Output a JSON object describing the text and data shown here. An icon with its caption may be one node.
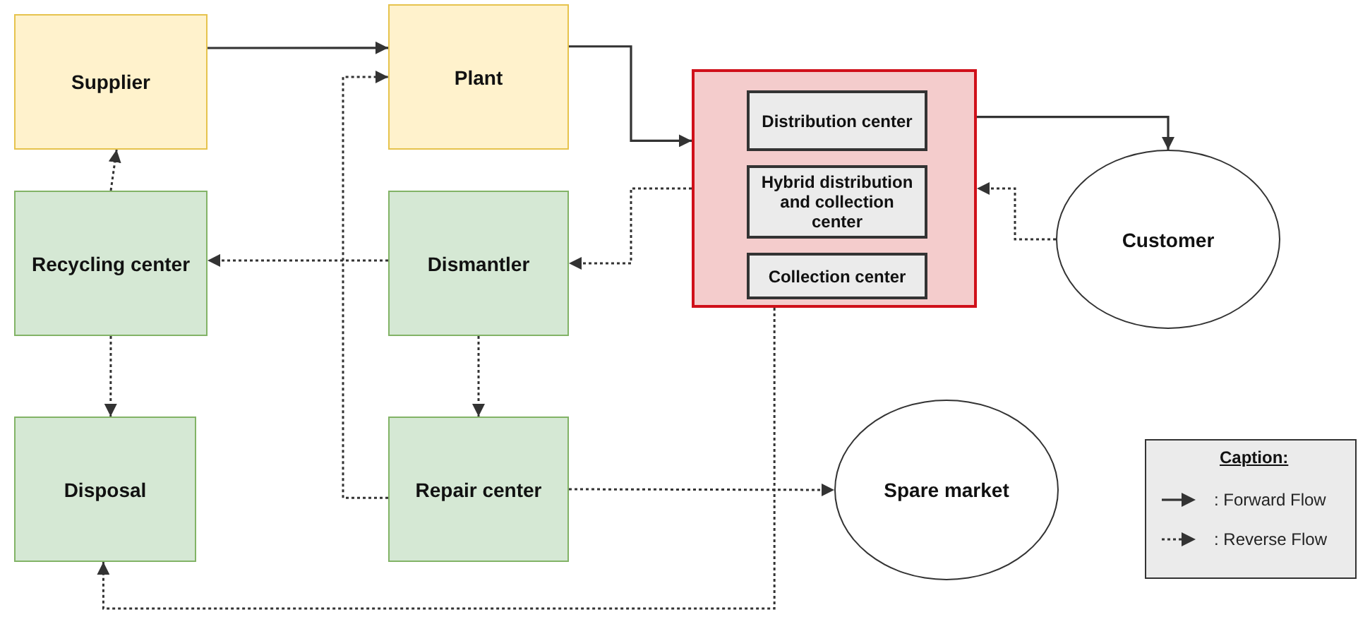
{
  "diagram": {
    "nodes": [
      {
        "text": [
          "Supplier"
        ]
      },
      {
        "text": [
          "Plant"
        ]
      },
      {
        "text": [],
        "shape": "box"
      },
      {
        "text": [
          "Distribution center"
        ],
        "in": 2
      },
      {
        "text": [
          "Hybrid distribution and collection center"
        ],
        "in": 2
      },
      {
        "text": [
          "Collection center"
        ],
        "in": 2
      },
      {
        "text": [
          "Recycling center"
        ]
      },
      {
        "text": [
          "Dismantler"
        ]
      },
      {
        "text": [
          "Customer"
        ]
      },
      {
        "text": [
          "Disposal"
        ]
      },
      {
        "text": [
          "Repair center"
        ]
      },
      {
        "text": [
          "Spare market"
        ]
      }
    ],
    "edges": [
      {
        "from": 0,
        "to": 1,
        "arrow": "to"
      },
      {
        "from": 1,
        "to": 2,
        "arrow": "to"
      },
      {
        "from": 2,
        "to": 8,
        "arrow": "to"
      },
      {
        "from": 8,
        "to": 2,
        "arrow": "to",
        "style": "dashed"
      },
      {
        "from": 2,
        "to": 7,
        "arrow": "to",
        "style": "dashed"
      },
      {
        "from": 7,
        "to": 6,
        "arrow": "to",
        "style": "dashed"
      },
      {
        "from": 6,
        "to": 0,
        "arrow": "to",
        "style": "dashed"
      },
      {
        "from": 6,
        "to": 9,
        "arrow": "to",
        "style": "dashed"
      },
      {
        "from": 7,
        "to": 10,
        "arrow": "to",
        "style": "dashed"
      },
      {
        "from": 10,
        "to": 1,
        "arrow": "to",
        "style": "dashed"
      },
      {
        "from": 10,
        "to": 11,
        "arrow": "to",
        "style": "dashed"
      },
      {
        "from": 2,
        "to": 9,
        "arrow": "to",
        "style": "dashed"
      }
    ],
    "labels": [
      "Caption:"
    ],
    "legend": [
      {
        "text": ": Forward Flow"
      },
      {
        "text": ": Reverse Flow"
      }
    ]
  }
}
